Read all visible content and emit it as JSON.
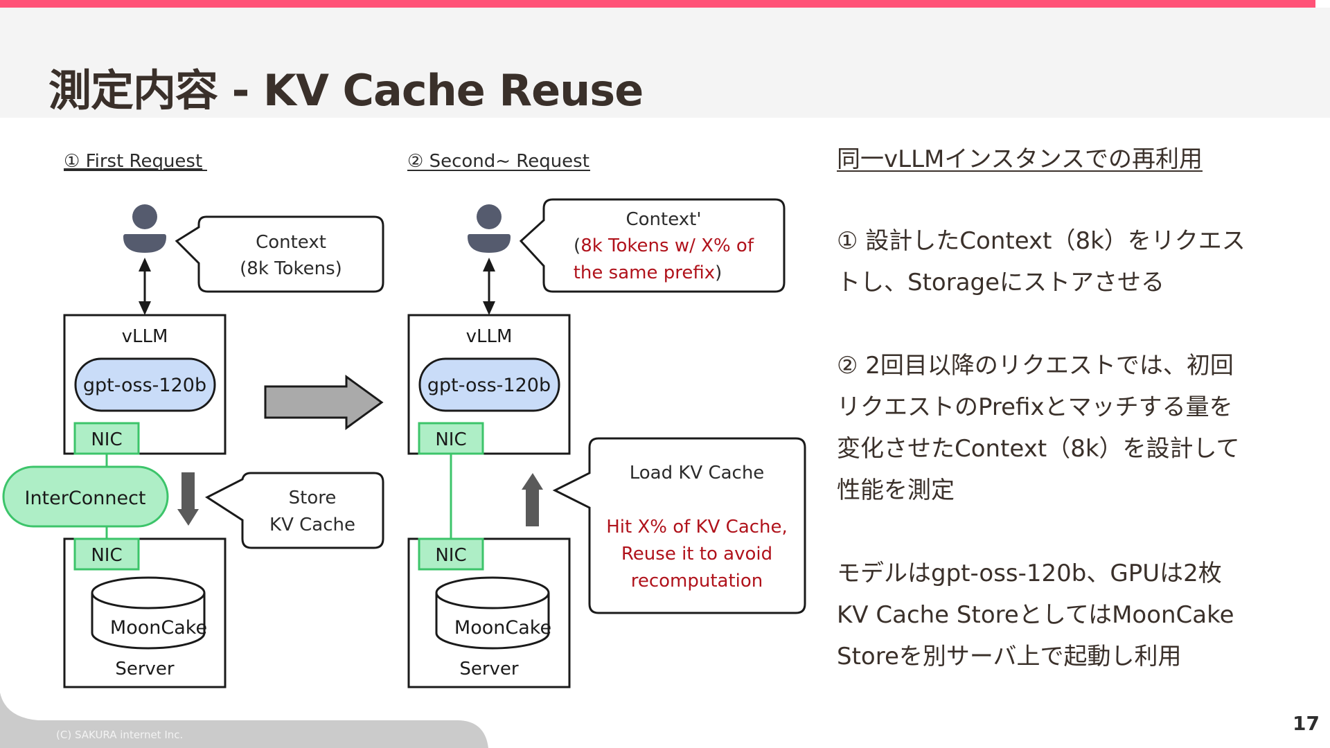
{
  "slide": {
    "title": "測定内容 - KV Cache Reuse",
    "page_number": "17",
    "copyright": "(C) SAKURA internet Inc.",
    "accent_color": "#ff5277"
  },
  "diagram_first": {
    "heading": "① First Request",
    "bubble_context": {
      "line1": "Context",
      "line2": "(8k Tokens)"
    },
    "vllm_label": "vLLM",
    "model_label": "gpt-oss-120b",
    "nic_top_label": "NIC",
    "interconnect_label": "InterConnect",
    "nic_bottom_label": "NIC",
    "store_label": "MoonCake",
    "server_label": "Server",
    "bubble_store": {
      "line1": "Store",
      "line2": "KV Cache"
    }
  },
  "diagram_second": {
    "heading": "② Second~ Request",
    "bubble_context": {
      "line1": "Context'",
      "line2_open": "(",
      "line2_red": "8k Tokens w/ X% of",
      "line3_red": "the same prefix",
      "line3_close": ")"
    },
    "vllm_label": "vLLM",
    "model_label": "gpt-oss-120b",
    "nic_top_label": "NIC",
    "nic_bottom_label": "NIC",
    "store_label": "MoonCake",
    "server_label": "Server",
    "bubble_load": {
      "line1": "Load KV Cache",
      "red_line1": "Hit X% of KV Cache,",
      "red_line2": "Reuse it to avoid",
      "red_line3": "recomputation"
    }
  },
  "explanation": {
    "heading": "同一vLLMインスタンスでの再利用",
    "point1": [
      "① 設計したContext（8k）をリクエス",
      "トし、Storageにストアさせる"
    ],
    "point2": [
      "② 2回目以降のリクエストでは、初回",
      "リクエストのPrefixとマッチする量を",
      "変化させたContext（8k）を設計して",
      "性能を測定"
    ],
    "note": [
      "モデルはgpt-oss-120b、GPUは2枚",
      "KV Cache StoreとしてはMoonCake",
      "Storeを別サーバ上で起動し利用"
    ]
  },
  "colors": {
    "title_text": "#3a302a",
    "model_pill": "#c9dcf8",
    "nic_fill": "#aeeec6",
    "nic_border": "#3cc46a",
    "highlight_red": "#b0121b",
    "arrow_gray": "#aaaaaa",
    "arrow_dark": "#5a5a5a",
    "person_icon": "#555b6e"
  }
}
